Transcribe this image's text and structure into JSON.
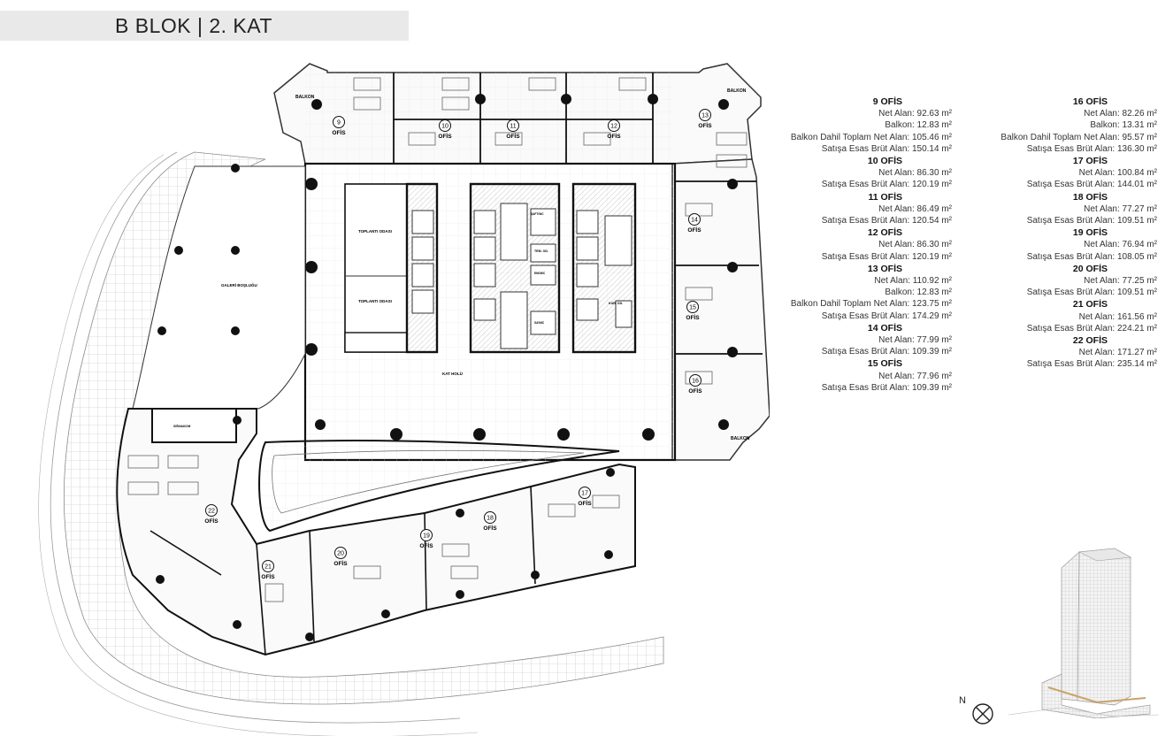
{
  "title": "B BLOK  |  2. KAT",
  "compass_label": "N",
  "plan_labels": {
    "balkon": "BALKON",
    "ofis": "OFİS",
    "galeri": "GALERİ BOŞLUĞU",
    "toplanti1": "TOPLANTI ODASI",
    "toplanti2": "TOPLANTI ODASI",
    "kat_holu": "KAT HOLÜ",
    "tem_od": "TEM. OD.",
    "shaft1": "ŞAFT/WC",
    "shaft2": "ENGWC",
    "saymc": "SAYMC",
    "kurl_od": "KUR. OD.",
    "stair_label": "SIĞINAK/OM"
  },
  "offices_left": [
    {
      "name": "9 OFİS",
      "lines": [
        [
          "Net Alan:",
          "92.63 m²"
        ],
        [
          "Balkon:",
          "12.83 m²"
        ],
        [
          "Balkon Dahil Toplam Net Alan:",
          "105.46 m²"
        ],
        [
          "Satışa Esas Brüt Alan:",
          "150.14 m²"
        ]
      ]
    },
    {
      "name": "10 OFİS",
      "lines": [
        [
          "Net Alan:",
          "86.30 m²"
        ],
        [
          "Satışa Esas Brüt Alan:",
          "120.19 m²"
        ]
      ]
    },
    {
      "name": "11 OFİS",
      "lines": [
        [
          "Net Alan:",
          "86.49 m²"
        ],
        [
          "Satışa Esas Brüt Alan:",
          "120.54 m²"
        ]
      ]
    },
    {
      "name": "12 OFİS",
      "lines": [
        [
          "Net Alan:",
          "86.30 m²"
        ],
        [
          "Satışa Esas Brüt Alan:",
          "120.19 m²"
        ]
      ]
    },
    {
      "name": "13 OFİS",
      "lines": [
        [
          "Net Alan:",
          "110.92 m²"
        ],
        [
          "Balkon:",
          "12.83 m²"
        ],
        [
          "Balkon Dahil Toplam Net Alan:",
          "123.75 m²"
        ],
        [
          "Satışa Esas Brüt Alan:",
          "174.29 m²"
        ]
      ]
    },
    {
      "name": "14 OFİS",
      "lines": [
        [
          "Net Alan:",
          "77.99 m²"
        ],
        [
          "Satışa Esas Brüt Alan:",
          "109.39 m²"
        ]
      ]
    },
    {
      "name": "15 OFİS",
      "lines": [
        [
          "Net Alan:",
          "77.96 m²"
        ],
        [
          "Satışa Esas Brüt Alan:",
          "109.39 m²"
        ]
      ]
    }
  ],
  "offices_right": [
    {
      "name": "16 OFİS",
      "lines": [
        [
          "Net Alan:",
          "82.26 m²"
        ],
        [
          "Balkon:",
          "13.31 m²"
        ],
        [
          "Balkon Dahil Toplam Net Alan:",
          "95.57 m²"
        ],
        [
          "Satışa Esas Brüt Alan:",
          "136.30 m²"
        ]
      ]
    },
    {
      "name": "17 OFİS",
      "lines": [
        [
          "Net Alan:",
          "100.84 m²"
        ],
        [
          "Satışa Esas Brüt Alan:",
          "144.01 m²"
        ]
      ]
    },
    {
      "name": "18 OFİS",
      "lines": [
        [
          "Net Alan:",
          "77.27 m²"
        ],
        [
          "Satışa Esas Brüt Alan:",
          "109.51 m²"
        ]
      ]
    },
    {
      "name": "19 OFİS",
      "lines": [
        [
          "Net Alan:",
          "76.94 m²"
        ],
        [
          "Satışa Esas Brüt Alan:",
          "108.05 m²"
        ]
      ]
    },
    {
      "name": "20 OFİS",
      "lines": [
        [
          "Net Alan:",
          "77.25 m²"
        ],
        [
          "Satışa Esas Brüt Alan:",
          "109.51 m²"
        ]
      ]
    },
    {
      "name": "21 OFİS",
      "lines": [
        [
          "Net Alan:",
          "161.56 m²"
        ],
        [
          "Satışa Esas Brüt Alan:",
          "224.21 m²"
        ]
      ]
    },
    {
      "name": "22 OFİS",
      "lines": [
        [
          "Net Alan:",
          "171.27 m²"
        ],
        [
          "Satışa Esas Brüt Alan:",
          "235.14 m²"
        ]
      ]
    }
  ],
  "unit_markers": [
    {
      "num": "9"
    },
    {
      "num": "10"
    },
    {
      "num": "11"
    },
    {
      "num": "12"
    },
    {
      "num": "13"
    },
    {
      "num": "14"
    },
    {
      "num": "15"
    },
    {
      "num": "16"
    },
    {
      "num": "17"
    },
    {
      "num": "18"
    },
    {
      "num": "19"
    },
    {
      "num": "20"
    },
    {
      "num": "21"
    },
    {
      "num": "22"
    }
  ]
}
